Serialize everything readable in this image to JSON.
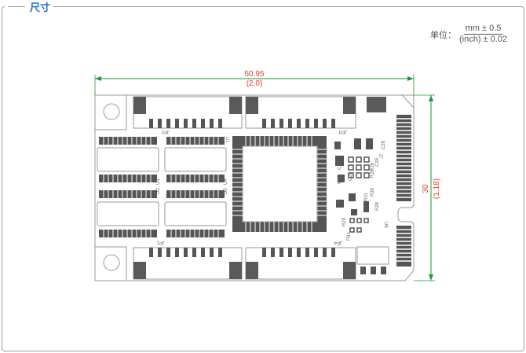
{
  "title": "尺寸",
  "unit": {
    "label": "单位：",
    "metric": "mm ± 0.5",
    "imperial": "(inch) ± 0.02"
  },
  "dimensions": {
    "width_mm": "50.95",
    "width_in": "(2.0)",
    "height_mm": "30",
    "height_in": "(1.18)"
  },
  "board_labels": {
    "jp2": "JP2",
    "jp3": "JP3",
    "jp1": "JP1",
    "jp4": "JP4",
    "u5": "U5",
    "u2": "U2",
    "u3": "U3",
    "u4": "U4",
    "u1": "U1",
    "u6": "U6",
    "x1": "X1",
    "r3": "R3",
    "r31": "R31",
    "c32": "C32",
    "j7": "J7",
    "c29": "C29",
    "r26": "R26",
    "c27": "C27",
    "c28": "C28",
    "r27": "R27",
    "r30": "R30",
    "r28": "R28",
    "r29": "R29",
    "fb1": "FB1",
    "c26": "C26"
  }
}
